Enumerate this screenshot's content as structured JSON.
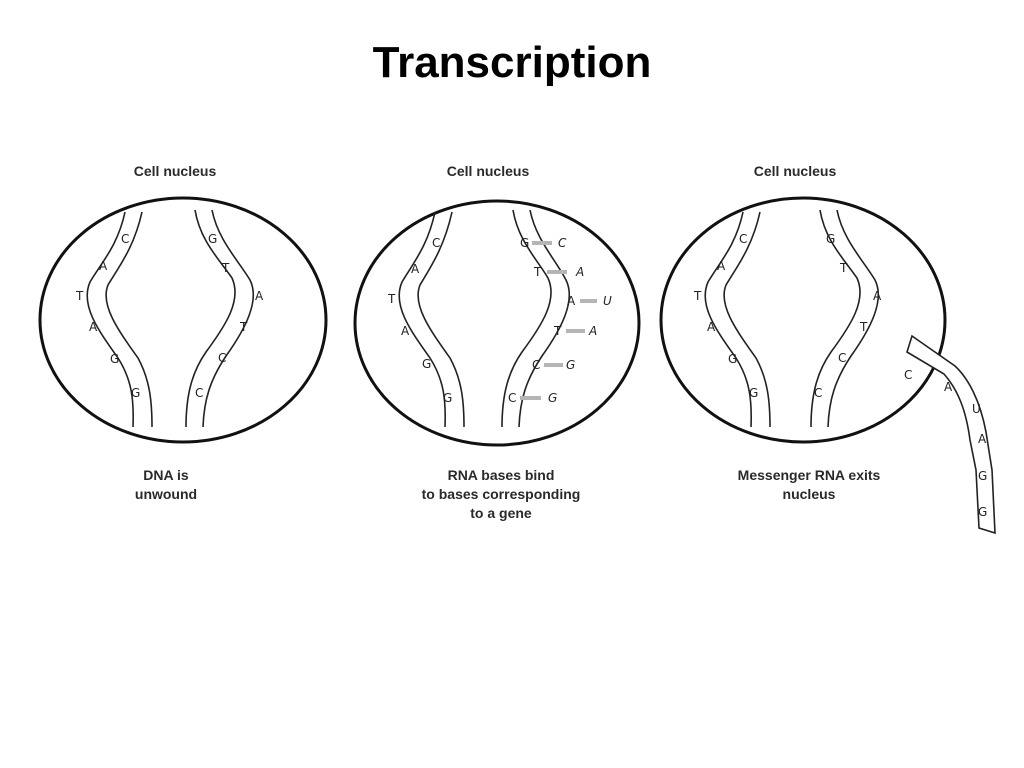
{
  "title": "Transcription",
  "panels": [
    {
      "nucleus_label": "Cell nucleus",
      "caption": [
        "DNA is",
        "unwound"
      ],
      "left_strand_bases": [
        "C",
        "A",
        "T",
        "A",
        "G",
        "G"
      ],
      "right_strand_bases": [
        "G",
        "T",
        "A",
        "T",
        "C",
        "C"
      ]
    },
    {
      "nucleus_label": "Cell nucleus",
      "caption": [
        "RNA bases bind",
        "to bases corresponding",
        "to a gene"
      ],
      "left_strand_bases": [
        "C",
        "A",
        "T",
        "A",
        "G",
        "G"
      ],
      "right_strand_bases": [
        "G",
        "T",
        "A",
        "T",
        "C",
        "C"
      ],
      "rna_bases": [
        "C",
        "A",
        "U",
        "A",
        "G",
        "G"
      ]
    },
    {
      "nucleus_label": "Cell nucleus",
      "caption": [
        "Messenger RNA exits",
        "nucleus"
      ],
      "left_strand_bases": [
        "C",
        "A",
        "T",
        "A",
        "G",
        "G"
      ],
      "right_strand_bases": [
        "G",
        "T",
        "A",
        "T",
        "C",
        "C"
      ],
      "mrna_bases": [
        "C",
        "A",
        "U",
        "A",
        "G",
        "G"
      ]
    }
  ]
}
